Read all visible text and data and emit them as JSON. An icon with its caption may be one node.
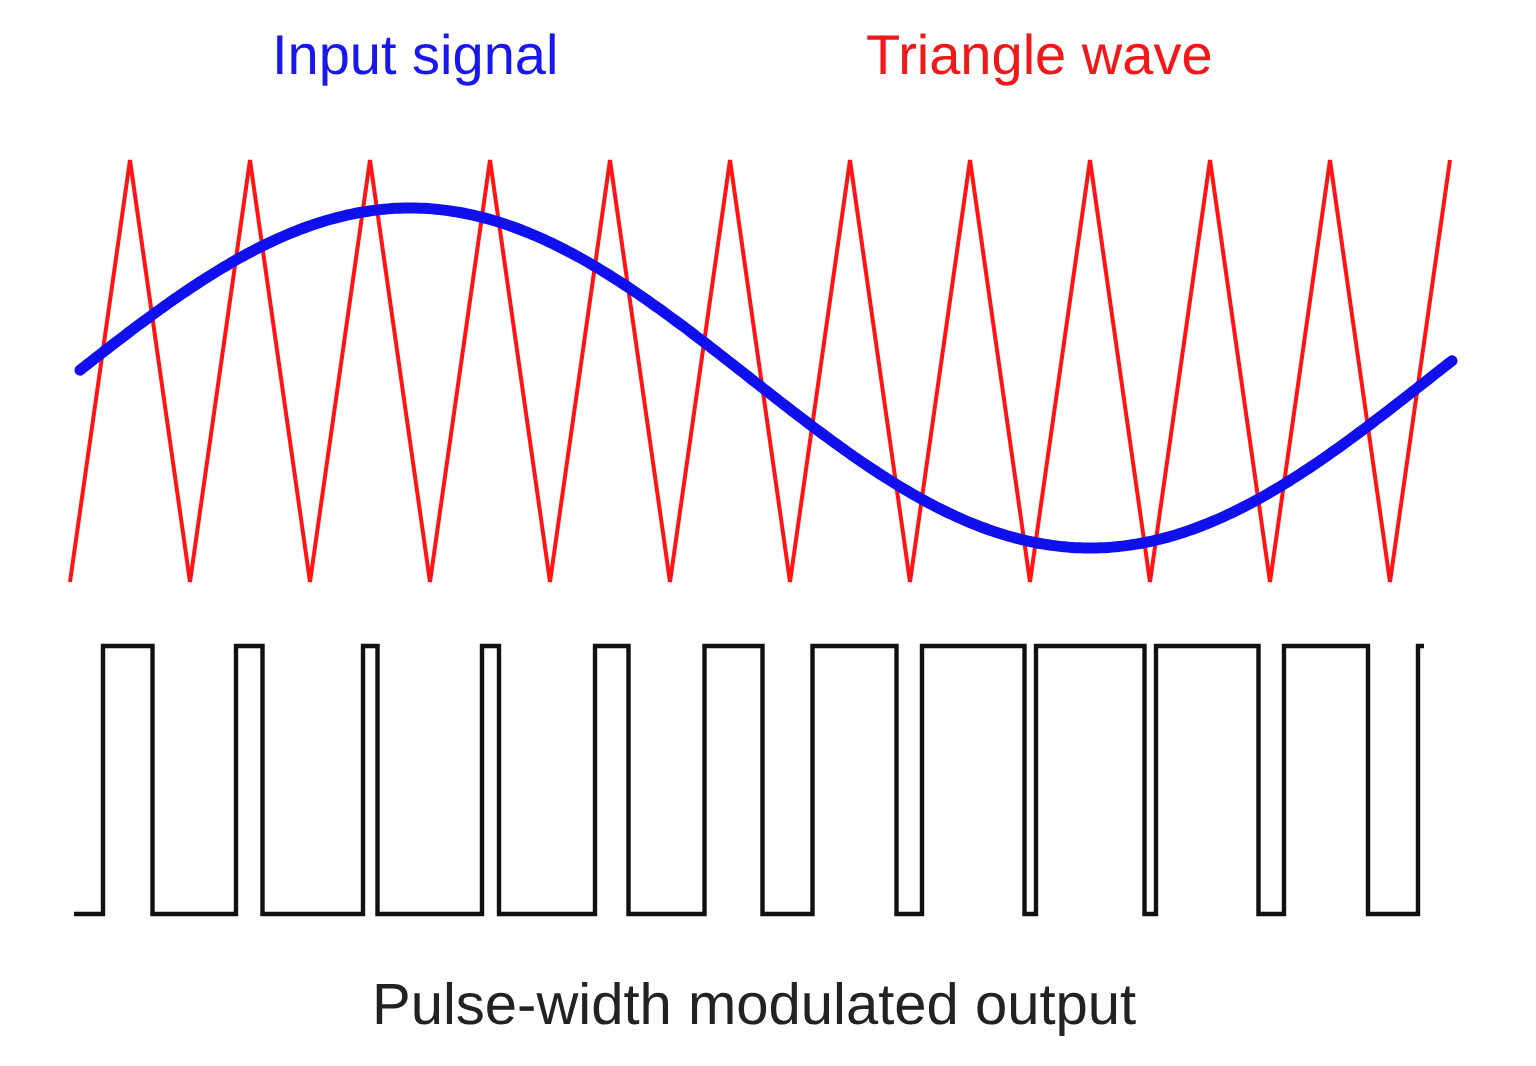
{
  "diagram": {
    "labels": [
      "Input signal",
      "Triangle wave",
      "Pulse-width modulated output"
    ]
  }
}
